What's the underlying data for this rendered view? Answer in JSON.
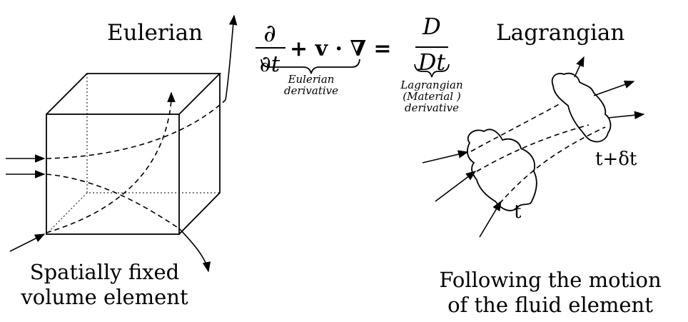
{
  "headings": {
    "eulerian": "Eulerian",
    "lagrangian": "Lagrangian"
  },
  "equation": {
    "partial_num": "∂",
    "partial_den": "∂t",
    "plus_v_dot_nabla": "+ v · ∇ =",
    "D_num": "D",
    "D_den": "Dt",
    "eulerian_label_line1": "Eulerian",
    "eulerian_label_line2": "derivative",
    "lagrangian_label_line1": "Lagrangian",
    "lagrangian_label_line2": "(Material )",
    "lagrangian_label_line3": "derivative"
  },
  "blob_labels": {
    "t": "t",
    "t_plus_dt": "t+δt"
  },
  "captions": {
    "left_line1": "Spatially fixed",
    "left_line2": "volume element",
    "right_line1": "Following the motion",
    "right_line2": "of the fluid element"
  },
  "colors": {
    "stroke": "#000000",
    "background": "#ffffff"
  }
}
